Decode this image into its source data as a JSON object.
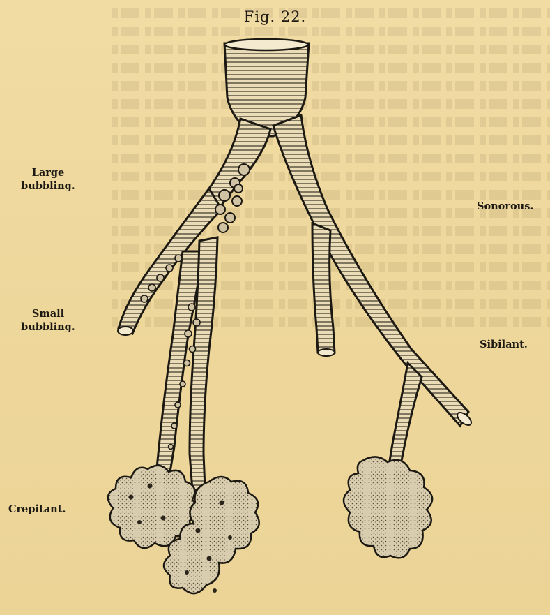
{
  "figure": {
    "title": "Fig. 22.",
    "labels": {
      "large_bubbling": "Large bubbling.",
      "small_bubbling": "Small bubbling.",
      "crepitant": "Crepitant.",
      "sonorous": "Sonorous.",
      "sibilant": "Sibilant."
    }
  },
  "colors": {
    "paper": "#efd99e",
    "ink": "#1d1a14",
    "tube_fill": "#e6d6ad"
  }
}
